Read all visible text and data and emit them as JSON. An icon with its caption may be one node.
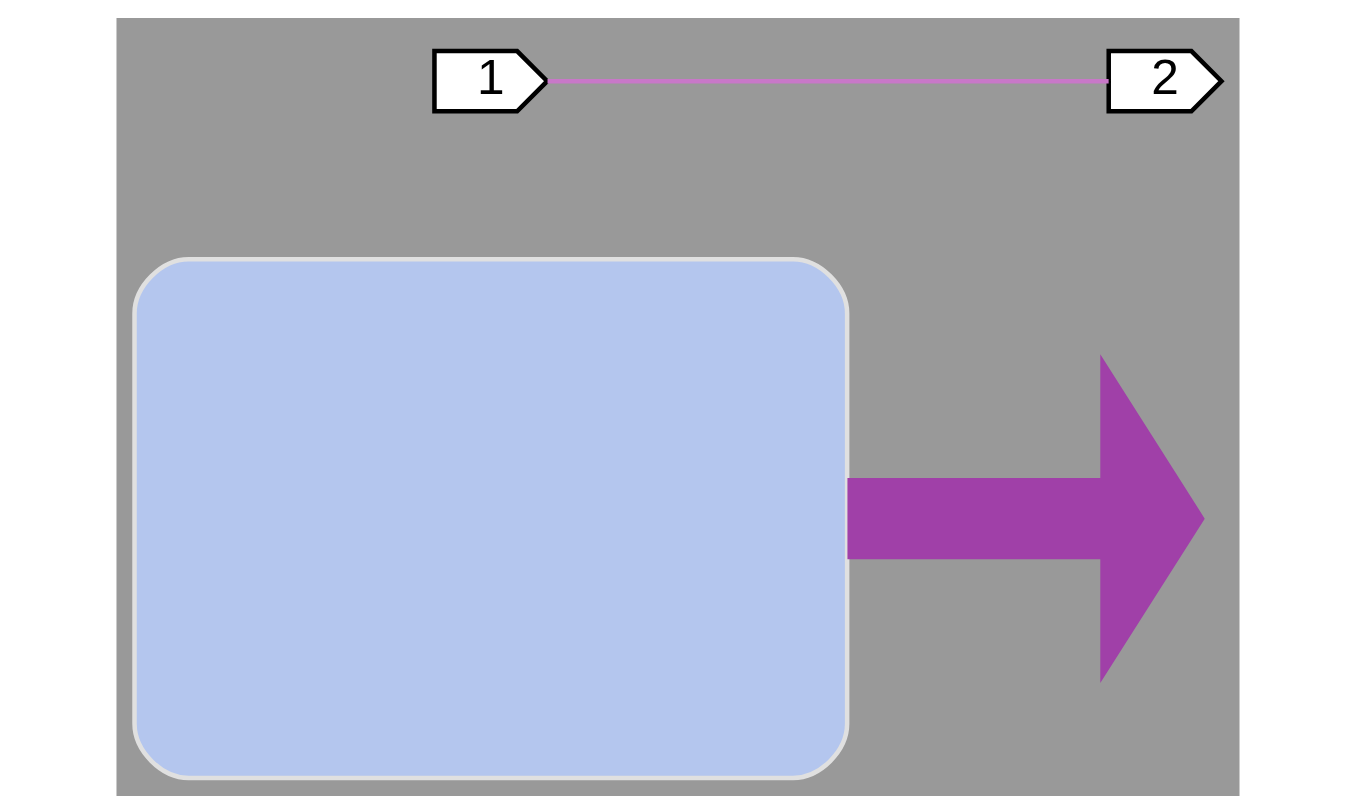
{
  "diagram": {
    "nodes": [
      {
        "text": [],
        "shape": "box"
      },
      {
        "text": [
          "1"
        ]
      },
      {
        "text": [
          "2"
        ]
      }
    ],
    "edges": [
      {
        "from": 0,
        "to": null,
        "arrow": "to",
        "style": "thick",
        "color": "#a040a8"
      },
      {
        "from": 1,
        "to": 2,
        "arrow": "none",
        "color": "#c878c8"
      }
    ]
  }
}
